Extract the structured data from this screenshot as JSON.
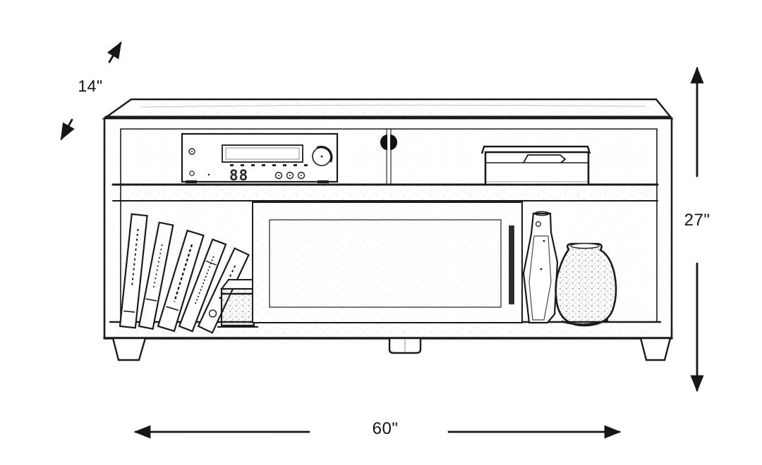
{
  "diagram": {
    "kind": "furniture-dimension-sketch",
    "line_color": "#1b1b1b",
    "background": "#ffffff"
  },
  "dimensions": {
    "depth_label": "14\"",
    "height_label": "27\"",
    "width_label": "60\""
  },
  "sketch": {
    "receiver_display": "88",
    "objects": [
      "tv-console-cabinet",
      "av-receiver",
      "door-handles",
      "storage-box",
      "leaning-books",
      "small-box",
      "sliding-door-panel",
      "bottle",
      "vase"
    ]
  }
}
